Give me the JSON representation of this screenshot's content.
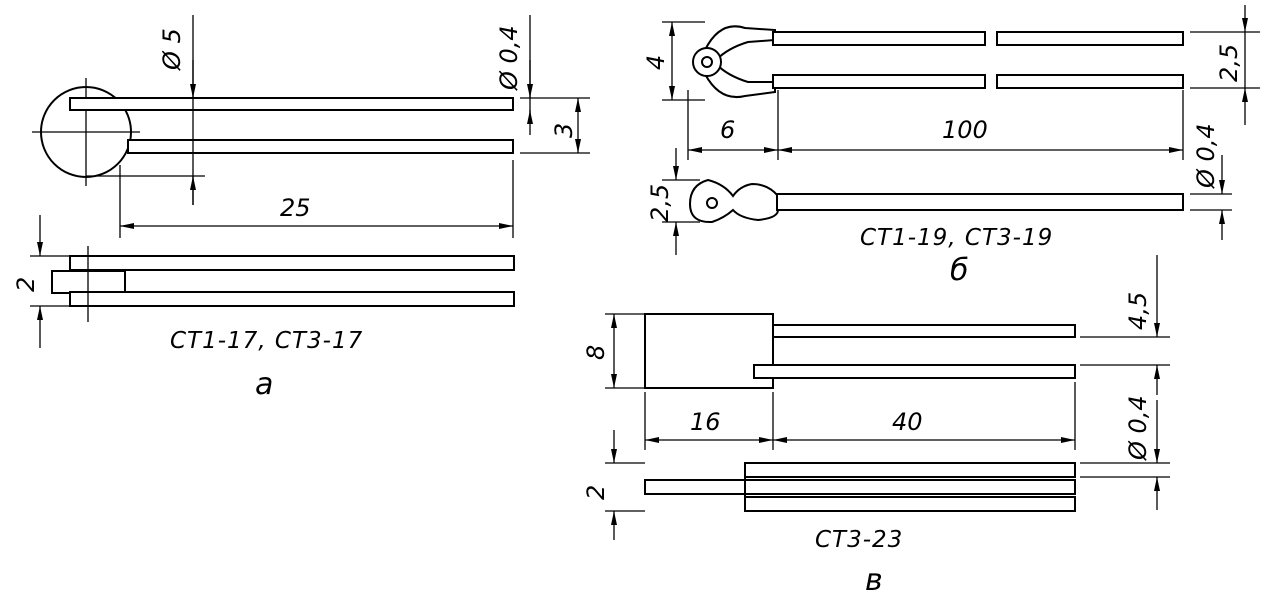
{
  "figure_a": {
    "dia_body": "Ø 5",
    "dia_lead": "Ø 0,4",
    "pitch": "3",
    "length": "25",
    "thickness": "2",
    "caption": "CT1-17, CT3-17",
    "letter": "a"
  },
  "figure_b": {
    "height": "4",
    "pitch": "2,5",
    "body_len": "6",
    "lead_len": "100",
    "dia_lead": "Ø 0,4",
    "thickness": "2,5",
    "caption": "CT1-19, CT3-19",
    "letter": "б"
  },
  "figure_c": {
    "height": "8",
    "pitch": "4,5",
    "body_len": "16",
    "lead_len": "40",
    "dia_lead": "Ø 0,4",
    "thickness": "2",
    "caption": "CT3-23",
    "letter": "в"
  }
}
